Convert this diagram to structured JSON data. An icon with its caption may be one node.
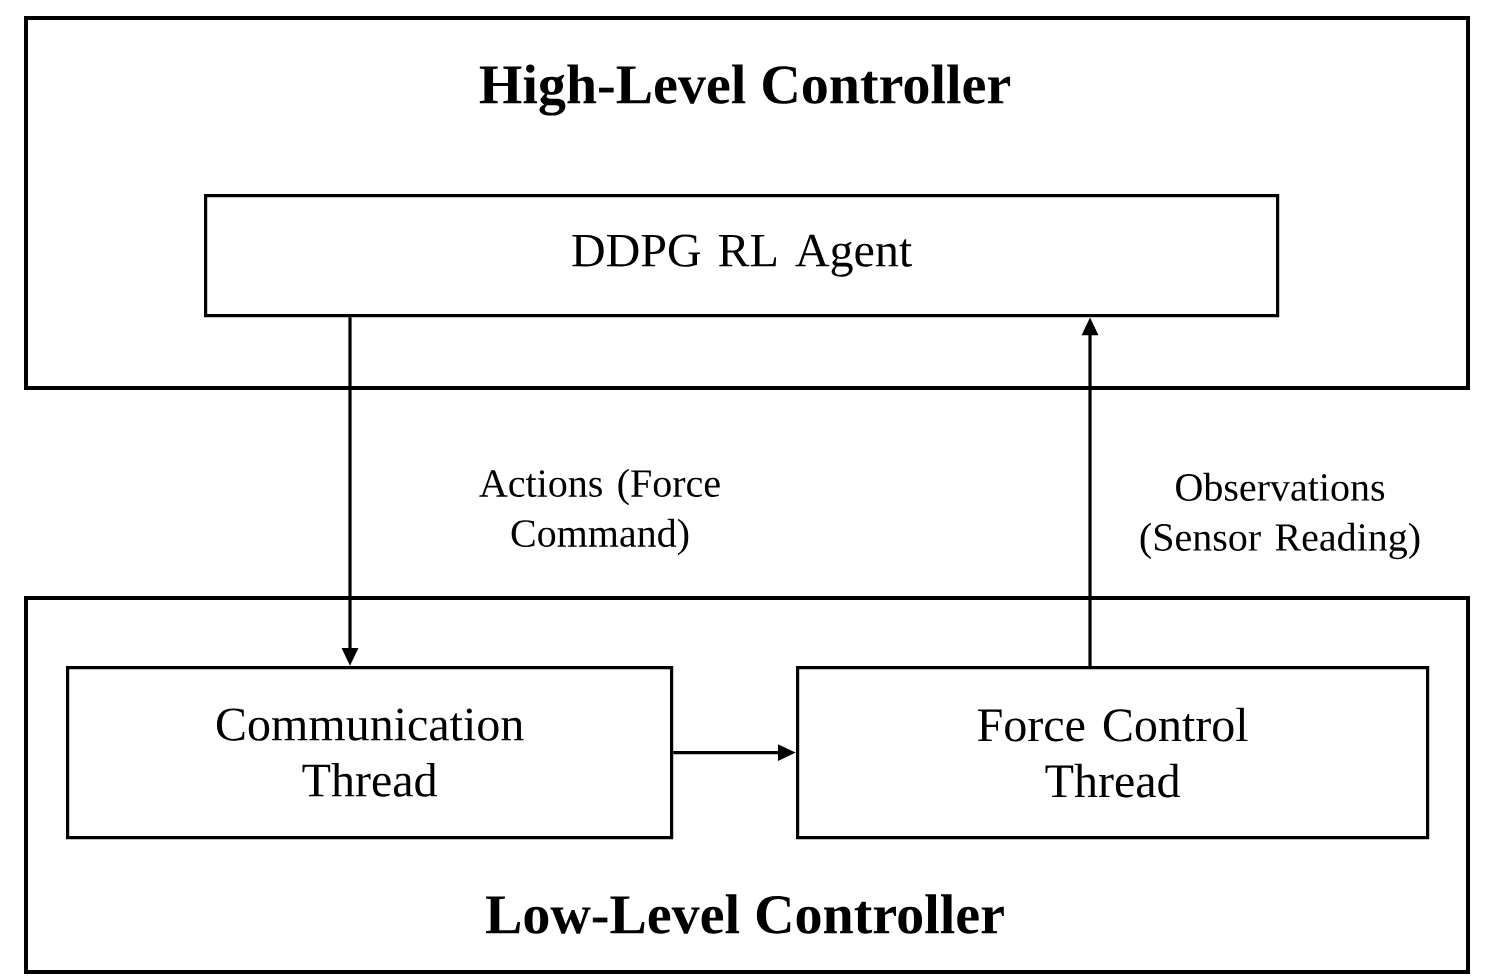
{
  "diagram": {
    "nodes": [
      {
        "text": [
          "High-Level Controller"
        ]
      },
      {
        "text": [
          "DDPG RL Agent"
        ],
        "in": 0
      },
      {
        "text": [
          "Low-Level Controller"
        ]
      },
      {
        "text": [
          "Communication Thread"
        ],
        "in": 2
      },
      {
        "text": [
          "Force Control Thread"
        ],
        "in": 2
      }
    ],
    "edges": [
      {
        "from": 1,
        "to": 3,
        "arrow": "to",
        "label": "Actions (Force Command)"
      },
      {
        "from": 4,
        "to": 1,
        "arrow": "to",
        "label": "Observations (Sensor Reading)"
      },
      {
        "from": 3,
        "to": 4,
        "arrow": "to"
      }
    ]
  }
}
